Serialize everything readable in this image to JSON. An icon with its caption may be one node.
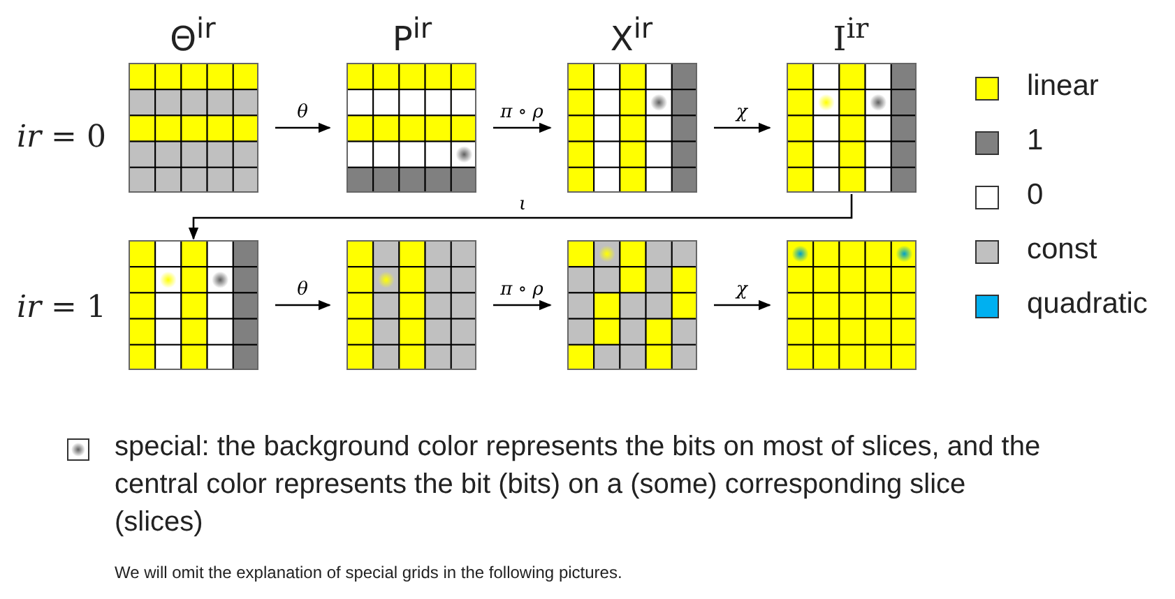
{
  "diagram": {
    "nodes": [
      {
        "text": [],
        "shape": "box"
      },
      {
        "text": [],
        "shape": "box"
      },
      {
        "text": [],
        "shape": "box"
      },
      {
        "text": [],
        "shape": "box"
      },
      {
        "text": [],
        "shape": "box"
      },
      {
        "text": [],
        "shape": "box"
      },
      {
        "text": [],
        "shape": "box"
      },
      {
        "text": [],
        "shape": "box"
      }
    ],
    "edges": [
      {
        "from": 0,
        "to": 1,
        "arrow": "to",
        "label": "θ"
      },
      {
        "from": 1,
        "to": 2,
        "arrow": "to",
        "label": "π ∘ ρ"
      },
      {
        "from": 2,
        "to": 3,
        "arrow": "to",
        "label": "χ"
      },
      {
        "from": 3,
        "to": 4,
        "arrow": "to",
        "label": "ι"
      },
      {
        "from": 4,
        "to": 5,
        "arrow": "to",
        "label": "θ"
      },
      {
        "from": 5,
        "to": 6,
        "arrow": "to",
        "label": "π ∘ ρ"
      },
      {
        "from": 6,
        "to": 7,
        "arrow": "to",
        "label": "χ"
      }
    ],
    "labels": [
      "Θ$^{ir}$",
      "P$^{ir}$",
      "X$^{ir}$",
      "I$^{ir}$",
      "*ir* = 0",
      "*ir* = 1",
      "We will omit the explanation of special grids in the following pictures."
    ],
    "legend": [
      {
        "text": "linear",
        "color": "#ffff00"
      },
      {
        "text": "1",
        "color": "#808080"
      },
      {
        "text": "0",
        "color": "#ffffff"
      },
      {
        "text": "const",
        "color": "#c0c0c0"
      },
      {
        "text": "quadratic",
        "color": "#00b0f0"
      },
      {
        "text": "special: the background color represents the bits on most of slices, and the central color represents the bit (bits) on a (some) corresponding slice (slices)"
      }
    ]
  }
}
